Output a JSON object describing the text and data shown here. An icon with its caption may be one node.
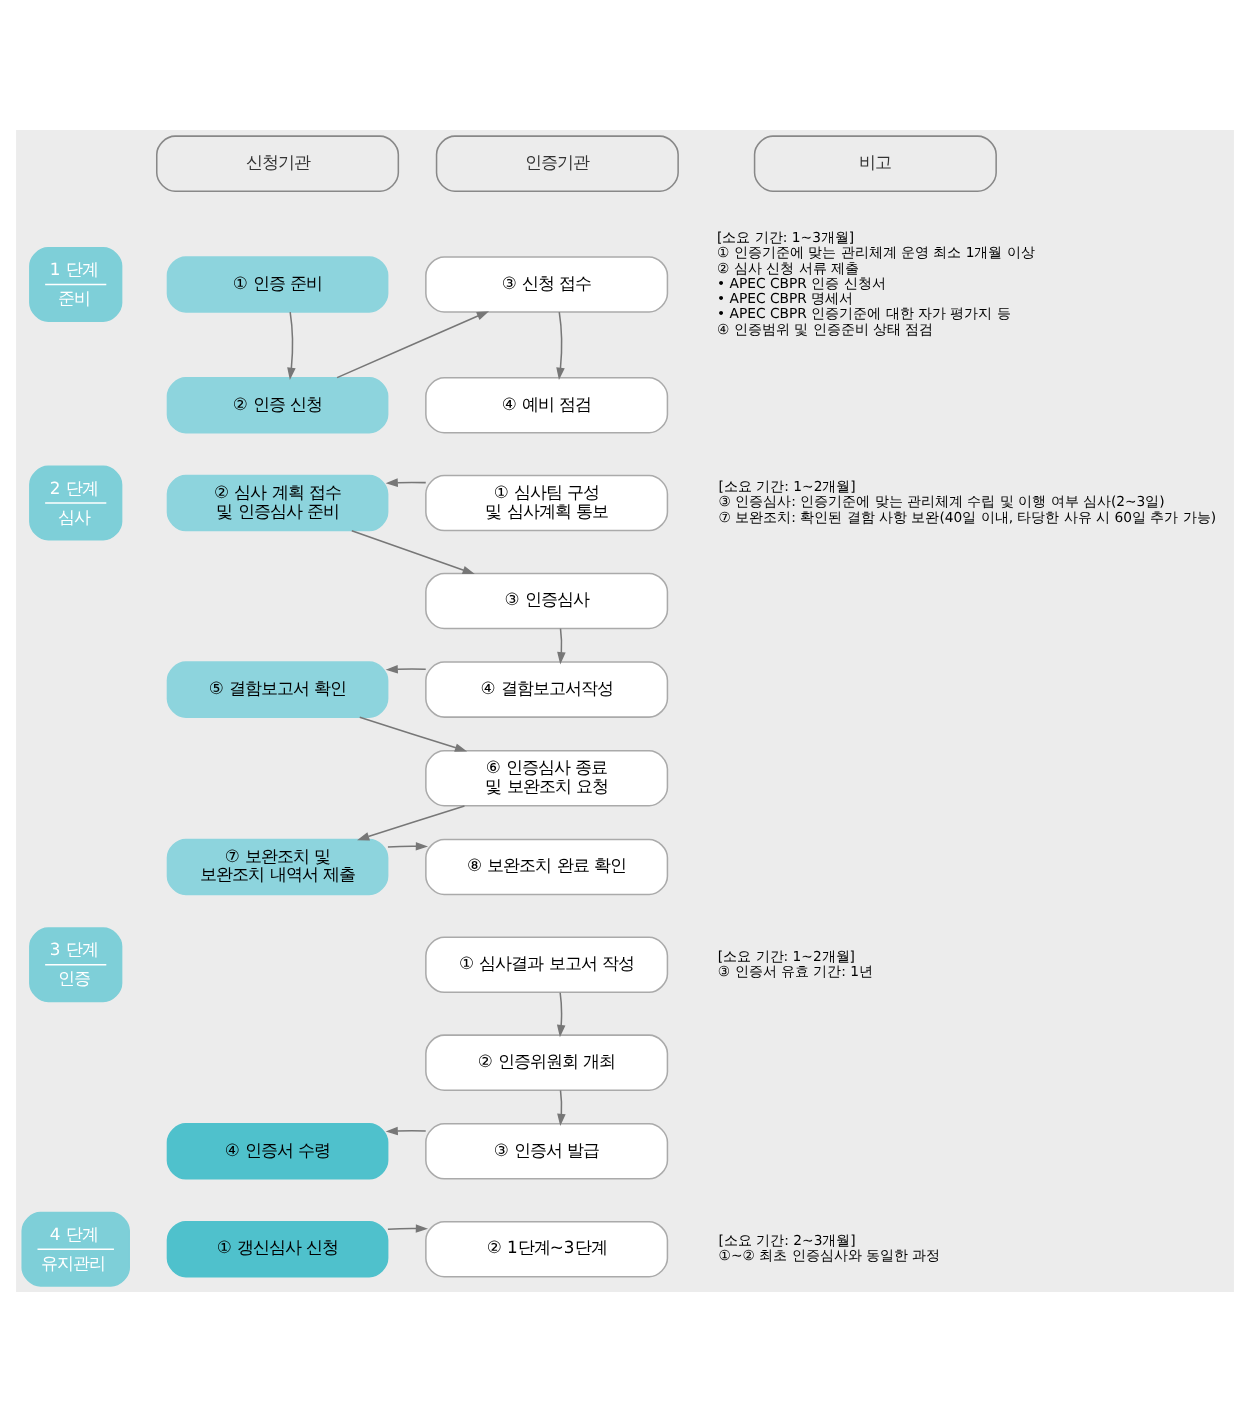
{
  "diagram": {
    "nodes": [
      {
        "text": [
          "신청기관"
        ]
      },
      {
        "text": [
          "인증기관"
        ]
      },
      {
        "text": [
          "비고"
        ]
      },
      {
        "text": [
          "1 단계",
          "준비"
        ]
      },
      {
        "text": [
          "① 인증 준비"
        ]
      },
      {
        "text": [
          "② 인증 신청"
        ]
      },
      {
        "text": [
          "③ 신청 접수"
        ]
      },
      {
        "text": [
          "④ 예비 점검"
        ]
      },
      {
        "text": [
          "2 단계",
          "심사"
        ]
      },
      {
        "text": [
          "② 심사 계획 접수 및 인증심사 준비"
        ]
      },
      {
        "text": [
          "① 심사팀 구성 및 심사계획 통보"
        ]
      },
      {
        "text": [
          "③ 인증심사"
        ]
      },
      {
        "text": [
          "⑤ 결함보고서 확인"
        ]
      },
      {
        "text": [
          "④ 결함보고서작성"
        ]
      },
      {
        "text": [
          "⑥ 인증심사 종료 및 보완조치 요청"
        ]
      },
      {
        "text": [
          "⑦ 보완조치 및 보완조치 내역서 제출"
        ]
      },
      {
        "text": [
          "⑧ 보완조치 완료 확인"
        ]
      },
      {
        "text": [
          "3 단계",
          "인증"
        ]
      },
      {
        "text": [
          "① 심사결과 보고서 작성"
        ]
      },
      {
        "text": [
          "② 인증위원회 개최"
        ]
      },
      {
        "text": [
          "④ 인증서 수령"
        ]
      },
      {
        "text": [
          "③ 인증서 발급"
        ]
      },
      {
        "text": [
          "4 단계",
          "유지관리"
        ]
      },
      {
        "text": [
          "① 갱신심사 신청"
        ]
      },
      {
        "text": [
          "② 1단계~3단계"
        ]
      }
    ],
    "edges": [
      {
        "from": 4,
        "to": 5,
        "arrow": "to"
      },
      {
        "from": 5,
        "to": 6,
        "arrow": "to"
      },
      {
        "from": 6,
        "to": 7,
        "arrow": "to"
      },
      {
        "from": 10,
        "to": 9,
        "arrow": "to"
      },
      {
        "from": 9,
        "to": 11,
        "arrow": "to"
      },
      {
        "from": 11,
        "to": 13,
        "arrow": "to"
      },
      {
        "from": 13,
        "to": 12,
        "arrow": "to"
      },
      {
        "from": 12,
        "to": 14,
        "arrow": "to"
      },
      {
        "from": 14,
        "to": 15,
        "arrow": "to"
      },
      {
        "from": 15,
        "to": 16,
        "arrow": "to"
      },
      {
        "from": 18,
        "to": 19,
        "arrow": "to"
      },
      {
        "from": 19,
        "to": 21,
        "arrow": "to"
      },
      {
        "from": 21,
        "to": 20,
        "arrow": "to"
      },
      {
        "from": 23,
        "to": 24,
        "arrow": "to"
      }
    ],
    "labels": [
      "[소요 기간: 1~3개월]",
      "① 인증기준에 맞는 관리체계 운영 최소 1개월 이상",
      "② 심사 신청 서류 제출",
      "• APEC CBPR 인증 신청서",
      "• APEC CBPR 명세서",
      "• APEC CBPR 인증기준에 대한 자가 평가지 등",
      "④ 인증범위 및 인증준비 상태 점검",
      "[소요 기간: 1~2개월]",
      "③ 인증심사: 인증기준에 맞는 관리체계 수립 및 이행 여부 심사(2~3일)",
      "⑦ 보완조치: 확인된 결함 사항 보완(40일 이내, 타당한 사유 시 60일 추가 가능)",
      "[소요 기간: 1~2개월]",
      "③ 인증서 유효 기간: 1년",
      "[소요 기간: 2~3개월]",
      "①~② 최초 인증심사와 동일한 과정"
    ]
  }
}
